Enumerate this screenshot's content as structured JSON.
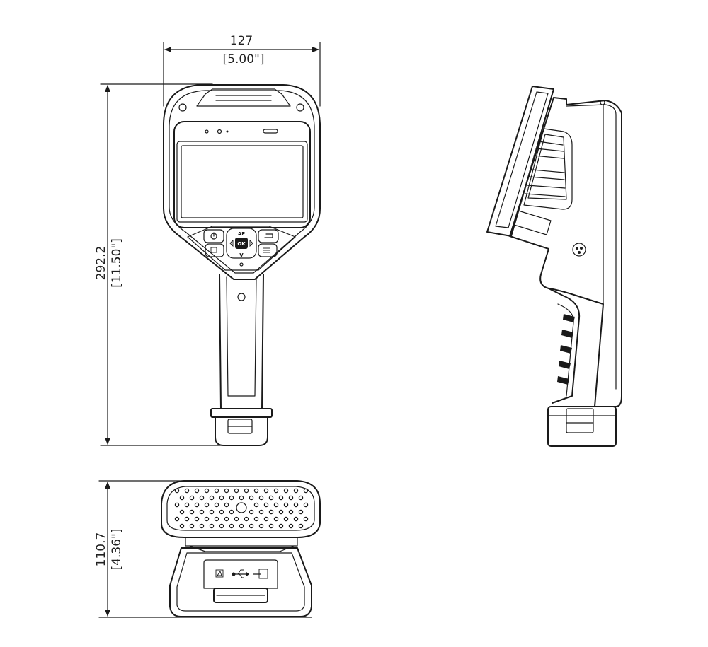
{
  "dimensions": {
    "width": {
      "metric": "127",
      "imperial": "[5.00\"]"
    },
    "height": {
      "metric": "292.2",
      "imperial": "[11.50\"]"
    },
    "depth": {
      "metric": "110.7",
      "imperial": "[4.36\"]"
    }
  },
  "buttons": {
    "ok": "OK",
    "up": "AF",
    "down": "V"
  },
  "colors": {
    "line": "#1a1a1a",
    "background": "#ffffff"
  },
  "icons": [
    "power-icon",
    "back-icon",
    "camera-icon",
    "menu-icon",
    "sd-card-icon",
    "usb-icon",
    "video-out-icon"
  ]
}
